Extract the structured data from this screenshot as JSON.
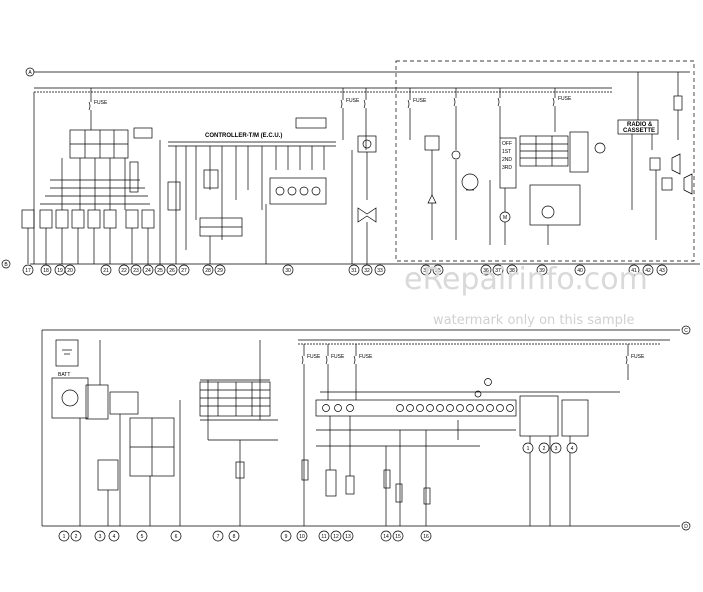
{
  "labels": {
    "controller": "CONTROLLER-T/M (E.C.U.)",
    "radio": "RADIO &",
    "cassette": "CASSETTE",
    "fuse_top_a": "FUSE",
    "fuse_top_b": "FUSE",
    "fuse_top_c": "FUSE",
    "fuse_top_d": "FUSE",
    "switch_off": "OFF",
    "switch_1st": "1ST",
    "switch_2nd": "2ND",
    "switch_3rd": "3RD",
    "bat": "BATT",
    "m": "M",
    "fuse_bot_a": "FUSE",
    "fuse_bot_b": "FUSE",
    "fuse_bot_c": "FUSE",
    "fuse_bot_d": "FUSE"
  },
  "watermark": {
    "site": "eRepairinfo.com",
    "note": "watermark only on this sample"
  },
  "top_numbers": [
    "17",
    "18",
    "19",
    "20",
    "21",
    "22",
    "23",
    "24",
    "25",
    "26",
    "27",
    "28",
    "29",
    "30",
    "31",
    "32",
    "33",
    "34",
    "35",
    "36",
    "37",
    "38",
    "39",
    "40",
    "41",
    "42",
    "43"
  ],
  "bottom_numbers": [
    "1",
    "2",
    "3",
    "4",
    "5",
    "6",
    "7",
    "8",
    "9",
    "10",
    "11",
    "12",
    "13",
    "14",
    "15",
    "16"
  ],
  "bottom_right_numbers": [
    "1",
    "2",
    "3",
    "4"
  ],
  "bus_markers": [
    "A",
    "B",
    "C",
    "D"
  ]
}
